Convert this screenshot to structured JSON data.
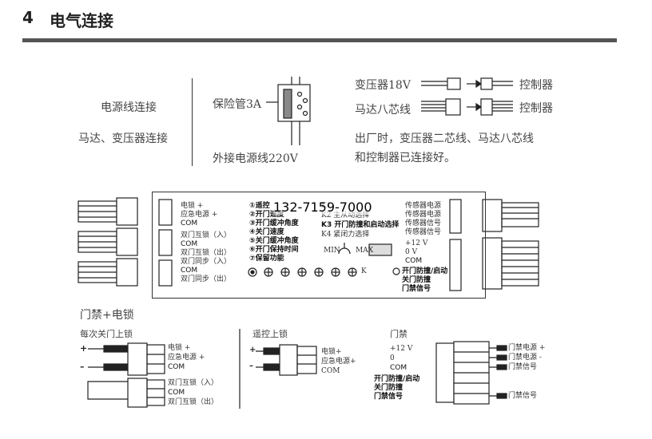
{
  "section": {
    "number": "4",
    "title": "电气连接"
  },
  "top": {
    "power_label": "电源线连接",
    "motor_label": "马达、变压器连接",
    "fuse_label": "保险管3A",
    "ext_power_label": "外接电源线220V",
    "transformer_label": "变压器18V",
    "controller_label_1": "控制器",
    "motor_wire_label": "马达八芯线",
    "controller_label_2": "控制器",
    "note_line1": "出厂时，变压器二芯线、马达八芯线",
    "note_line2": "和控制器已连接好。"
  },
  "phone": "132-7159-7000",
  "board": {
    "left_block1": [
      "电锁 +",
      "应急电源 +",
      "COM"
    ],
    "left_block2": [
      "双门互锁（入）",
      "COM",
      "双门互锁（出）"
    ],
    "left_block3": [
      "双门同步（入）",
      "COM",
      "双门同步（出）"
    ],
    "settings": [
      "①遥控",
      "②开门速度",
      "③开门缓冲角度",
      "④关门速度",
      "⑤关门缓冲角度",
      "⑥开门保持时间",
      "⑦保留功能"
    ],
    "keys": [
      "K1",
      "K2 主从动选择",
      "K3 开门防撞和启动选择",
      "K4 紧闭力选择"
    ],
    "min": "MIN",
    "max": "MAX",
    "k_label": "K",
    "right_sensor": [
      "传感器电源",
      "传感器电源",
      "传感器信号",
      "传感器信号"
    ],
    "right_power": [
      "+12  V",
      "0  V",
      "COM"
    ],
    "right_door": [
      "开门防撞/启动",
      "关门防撞",
      "门禁信号"
    ]
  },
  "bottom": {
    "heading": "门禁+电锁",
    "lock_title": "每次关门上锁",
    "remote_title": "遥控上锁",
    "access_title": "门禁",
    "lock_plus": "+",
    "lock_minus": "–",
    "lock_labels": [
      "电锁 +",
      "应急电源 +",
      "COM"
    ],
    "interlock_labels": [
      "双门互锁（入）",
      "COM",
      "双门互锁（出）"
    ],
    "remote_plus": "+",
    "remote_minus": "–",
    "remote_labels": [
      "电锁+",
      "应急电源+",
      "COM"
    ],
    "access_left": [
      "+12  V",
      "0",
      "COM",
      "开门防撞/启动",
      "关门防撞",
      "门禁信号"
    ],
    "access_right": [
      "门禁电源 +",
      "门禁电源 -",
      "门禁信号",
      "门禁信号"
    ]
  }
}
